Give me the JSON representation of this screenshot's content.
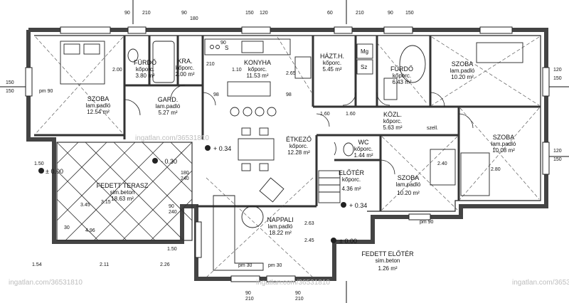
{
  "rooms": {
    "szoba_nw": {
      "name": "SZOBA",
      "floor": "lam.padló",
      "area": "12.54 m²"
    },
    "furdo_1": {
      "name": "FÜRDŐ",
      "floor": "kőporc.",
      "area": "3.80 m²"
    },
    "kra": {
      "name": "KRA.",
      "floor": "kőporc.",
      "area": "2.00 m²"
    },
    "gard": {
      "name": "GARD.",
      "floor": "lam.padló",
      "area": "5.27 m²"
    },
    "konyha": {
      "name": "KONYHA",
      "floor": "kőporc.",
      "area": "11.53 m²"
    },
    "haztart": {
      "name": "HÁZT.H.",
      "floor": "kőporc.",
      "area": "5.45 m²"
    },
    "furdo_2": {
      "name": "FÜRDŐ",
      "floor": "kőporc.",
      "area": "6.43 m²"
    },
    "szoba_ne": {
      "name": "SZOBA",
      "floor": "lam.padló",
      "area": "10.20 m²"
    },
    "kozl": {
      "name": "KÖZL.",
      "floor": "kőporc.",
      "area": "5.63 m²"
    },
    "szoba_e": {
      "name": "SZOBA",
      "floor": "lam.padló",
      "area": "10.08 m²"
    },
    "etkezo": {
      "name": "ÉTKEZŐ",
      "floor": "kőporc.",
      "area": "12.28 m²"
    },
    "wc": {
      "name": "WC",
      "floor": "kőporc.",
      "area": "1.44 m²"
    },
    "eloter": {
      "name": "ELŐTÉR",
      "floor": "kőporc.",
      "area": "4.36 m²"
    },
    "szoba_se": {
      "name": "SZOBA",
      "floor": "lam.padló",
      "area": "10.20 m²"
    },
    "nappali": {
      "name": "NAPPALI",
      "floor": "lam.padló",
      "area": "18.22 m²"
    },
    "fedett_terasz": {
      "name": "FEDETT TERASZ",
      "floor": "sim.beton",
      "area": "18.63 m²"
    },
    "fedett_eloter": {
      "name": "FEDETT ELŐTÉR",
      "floor": "sim.beton",
      "area": "1.26 m²"
    }
  },
  "levels": {
    "main": "± 0.00",
    "plus": "+ 0.34",
    "minus": "- 0.30"
  },
  "dimensions": {
    "d90": "90",
    "d120": "120",
    "d150": "150",
    "d180": "180",
    "d210": "210",
    "d240": "240",
    "d60": "60",
    "d98": "98",
    "d30": "30",
    "pm90": "pm 90",
    "pm30": "pm 30",
    "v160": "1.60",
    "v150": "1.50",
    "v154": "1.54",
    "v211": "2.11",
    "v226": "2.26",
    "v496": "4.96",
    "v345": "3.45",
    "v315": "3.15",
    "v200": "2.00",
    "v240": "2.40",
    "v280": "2.80",
    "v265": "2.65",
    "v110": "1.10",
    "v263": "2.63",
    "v245": "2.45"
  },
  "fixtures": {
    "mg": "Mg",
    "sz": "Sz",
    "s": "S",
    "szell": "szell."
  },
  "watermarks": {
    "url": "ingatlan.com/36531810"
  }
}
